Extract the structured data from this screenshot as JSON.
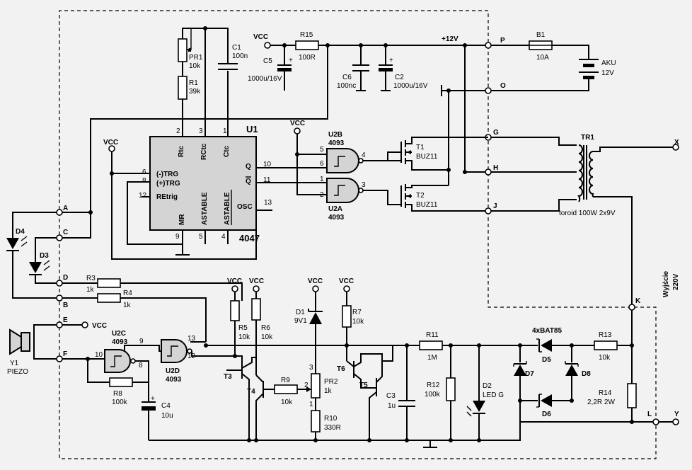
{
  "chip": {
    "ref": "U1",
    "part": "4047",
    "pins": {
      "rtc": "Rtc",
      "rctc": "RCtc",
      "ctc": "Ctc",
      "q": "Q",
      "qbar": "Q",
      "trg_neg": "(-)TRG",
      "trg_pos": "(+)TRG",
      "retrig": "REtrig",
      "mr": "MR",
      "astable": "ASTABLE",
      "astable_bar": "ASTABLE",
      "osc": "OSC"
    },
    "pin_numbers": {
      "p2": "2",
      "p3": "3",
      "p1": "1",
      "p10": "10",
      "p11": "11",
      "p6": "6",
      "p8": "8",
      "p12": "12",
      "p9": "9",
      "p5": "5",
      "p4": "4",
      "p13": "13"
    }
  },
  "gates": {
    "u2b": {
      "ref": "U2B",
      "part": "4093",
      "in1": "5",
      "in2": "6",
      "out": "4"
    },
    "u2a": {
      "ref": "U2A",
      "part": "4093",
      "in1": "1",
      "in2": "2",
      "out": "3"
    },
    "u2c": {
      "ref": "U2C",
      "part": "4093",
      "in": "10",
      "out1": "9",
      "out2": "8"
    },
    "u2d": {
      "ref": "U2D",
      "part": "4093",
      "in1": "13",
      "in2": "12"
    }
  },
  "components": {
    "pr1": {
      "ref": "PR1",
      "value": "10k"
    },
    "r1": {
      "ref": "R1",
      "value": "39k"
    },
    "c1": {
      "ref": "C1",
      "value": "100n"
    },
    "r15": {
      "ref": "R15",
      "value": "100R"
    },
    "c5": {
      "ref": "C5",
      "value": "1000u/16V"
    },
    "c6": {
      "ref": "C6",
      "value": "100nc"
    },
    "c2": {
      "ref": "C2",
      "value": "1000u/16V"
    },
    "b1": {
      "ref": "B1",
      "value": "10A"
    },
    "aku": {
      "ref": "AKU",
      "value": "12V"
    },
    "t1": {
      "ref": "T1",
      "value": "BUZ11"
    },
    "t2": {
      "ref": "T2",
      "value": "BUZ11"
    },
    "tr1": {
      "ref": "TR1",
      "value": "toroid 100W 2x9V"
    },
    "d4": {
      "ref": "D4"
    },
    "d3": {
      "ref": "D3"
    },
    "r3": {
      "ref": "R3",
      "value": "1k"
    },
    "r4": {
      "ref": "R4",
      "value": "1k"
    },
    "y1": {
      "ref": "Y1",
      "value": "PIEZO"
    },
    "r8": {
      "ref": "R8",
      "value": "100k"
    },
    "c4": {
      "ref": "C4",
      "value": "10u"
    },
    "r5": {
      "ref": "R5",
      "value": "10k"
    },
    "r6": {
      "ref": "R6",
      "value": "10k"
    },
    "t3": {
      "ref": "T3"
    },
    "t4": {
      "ref": "T4"
    },
    "r9": {
      "ref": "R9",
      "value": "10k"
    },
    "d1": {
      "ref": "D1",
      "value": "9V1"
    },
    "pr2": {
      "ref": "PR2",
      "value": "1k"
    },
    "r10": {
      "ref": "R10",
      "value": "330R"
    },
    "r7": {
      "ref": "R7",
      "value": "10k"
    },
    "t6": {
      "ref": "T6"
    },
    "t5": {
      "ref": "T5"
    },
    "c3": {
      "ref": "C3",
      "value": "1u"
    },
    "r11": {
      "ref": "R11",
      "value": "1M"
    },
    "r12": {
      "ref": "R12",
      "value": "100k"
    },
    "d2": {
      "ref": "D2",
      "value": "LED G"
    },
    "bridge": {
      "label": "4xBAT85"
    },
    "d5": {
      "ref": "D5"
    },
    "d6": {
      "ref": "D6"
    },
    "d7": {
      "ref": "D7"
    },
    "d8": {
      "ref": "D8"
    },
    "r13": {
      "ref": "R13",
      "value": "10k"
    },
    "r14": {
      "ref": "R14",
      "value": "2,2R 2W"
    }
  },
  "pr2_pins": {
    "p1": "1",
    "p2": "2",
    "p3": "3"
  },
  "nets": {
    "vcc": "VCC",
    "v12": "+12V"
  },
  "connectors": {
    "a": "A",
    "b": "B",
    "c": "C",
    "d": "D",
    "e": "E",
    "f": "F",
    "p": "P",
    "o": "O",
    "g": "G",
    "h": "H",
    "j": "J",
    "k": "K",
    "l": "L",
    "x": "X",
    "y": "Y"
  },
  "output": {
    "line1": "Wyjście",
    "line2": "220V"
  }
}
